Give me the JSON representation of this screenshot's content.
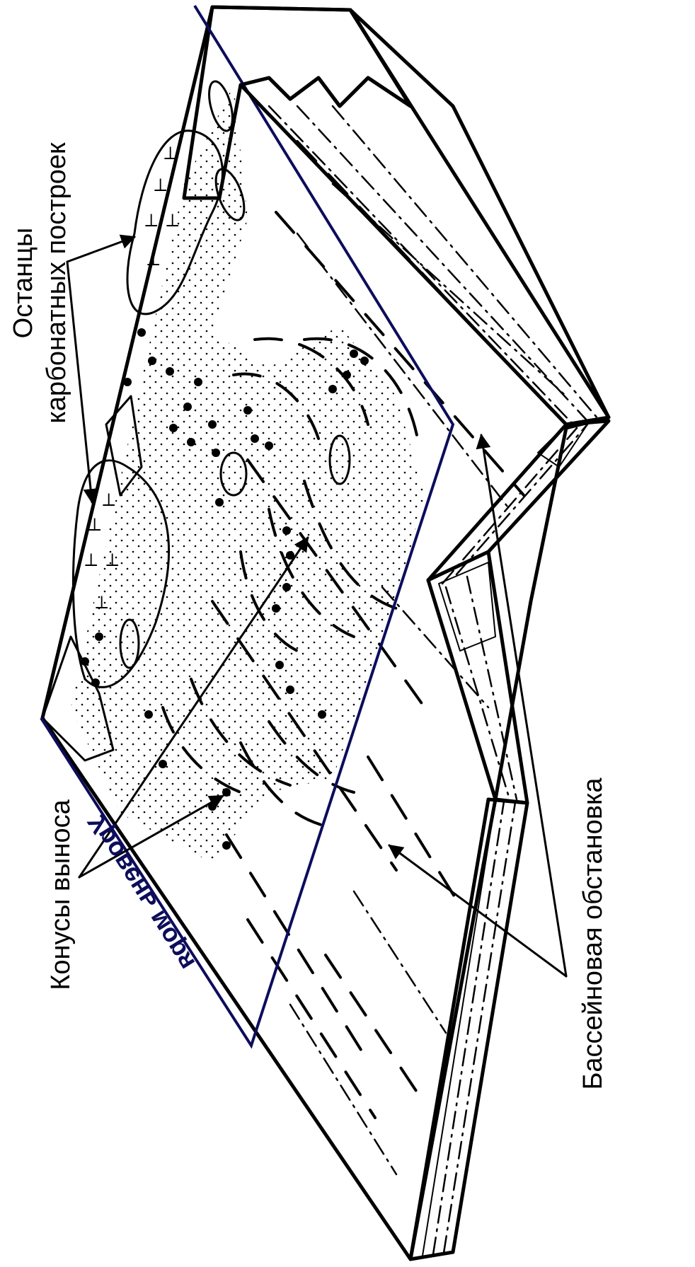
{
  "labels": {
    "carbonate_remnants_line1": "Останцы",
    "carbonate_remnants_line2": "карбонатных построек",
    "alluvial_fans": "Конусы выноса",
    "basin_setting": "Бассейновая обстановка",
    "sea_level": "Уровень моря"
  },
  "colors": {
    "outline": "#000000",
    "sea_level_line": "#0d0d5c",
    "background": "#ffffff"
  }
}
